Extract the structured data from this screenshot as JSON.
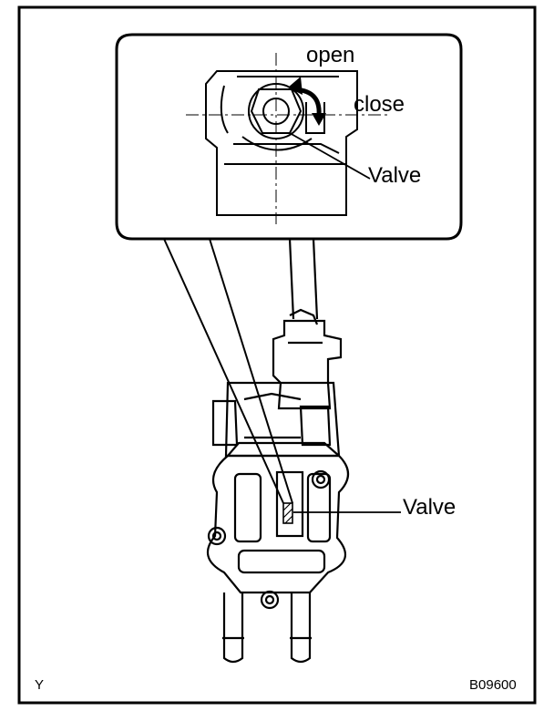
{
  "labels": {
    "open": "open",
    "close": "close",
    "valve_detail": "Valve",
    "valve_main": "Valve",
    "corner_left": "Y",
    "figure_code": "B09600"
  }
}
